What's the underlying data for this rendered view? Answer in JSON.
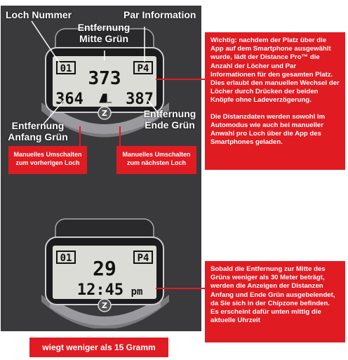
{
  "labels": {
    "hole_number": "Loch Nummer",
    "par_information": "Par Information",
    "distance_middle_line1": "Entfernung",
    "distance_middle_line2": "Mitte Grün",
    "distance_start_line1": "Entfernung",
    "distance_start_line2": "Anfang Grün",
    "distance_end_line1": "Entfernung",
    "distance_end_line2": "Ende Grün"
  },
  "buttons": {
    "previous_line1": "Manuelles Umschalten",
    "previous_line2": "zum vorherigen Loch",
    "next_line1": "Manuelles Umschalten",
    "next_line2": "zum nächsten Loch"
  },
  "device_top": {
    "hole": "01",
    "par": "P4",
    "middle": "373",
    "front": "364",
    "back": "387"
  },
  "device_bottom": {
    "hole": "01",
    "par": "P4",
    "middle": "29",
    "time": "12:45",
    "ampm": "pm"
  },
  "info_top": {
    "paragraph1": "Wichtig: nachdem der Platz über die App auf dem Smartphone ausgewählt wurde, lädt der Distance Pro™ die Anzahl der Löcher und Par Informationen für den gesamten Platz. Dies erlaubt den manuellen Wechsel der Löcher durch Drücken der beiden Knöpfe ohne Ladeverzögerung.",
    "paragraph2": "Die Distanzdaten werden sowohl im Automodus wie auch bei manueller Anwahl pro Loch über die App des Smartphones geladen."
  },
  "info_bottom": {
    "paragraph1": "Sobald die Entfernung zur Mitte des Grüns weniger als 30 Meter beträgt, werden die Anzeigen der Distanzen Anfang und Ende Grün ausgebelendet, da Sie sich in der Chipzone befinden. Es erscheint dafür unten mittig die aktuelle Uhrzeit"
  },
  "footer": "wiegt weniger als 15 Gramm",
  "colors": {
    "panel": "#3a3a3d",
    "accent_red": "#e11b22",
    "lcd": "#dcdcd6"
  }
}
